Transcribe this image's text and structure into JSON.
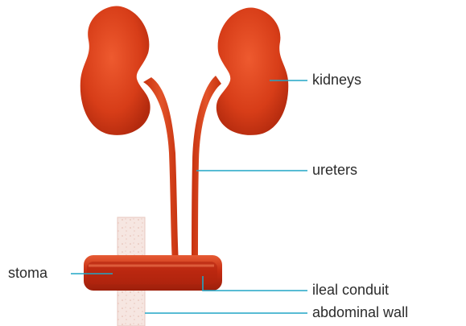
{
  "labels": {
    "kidneys": "kidneys",
    "ureters": "ureters",
    "stoma": "stoma",
    "ileal_conduit": "ileal conduit",
    "abdominal_wall": "abdominal wall"
  },
  "colors": {
    "organ_red": "#d9411e",
    "organ_dark": "#a3220d",
    "leader_line": "#21a6c6",
    "wall_pink": "#f3dcd6",
    "text": "#2b2b2b"
  }
}
